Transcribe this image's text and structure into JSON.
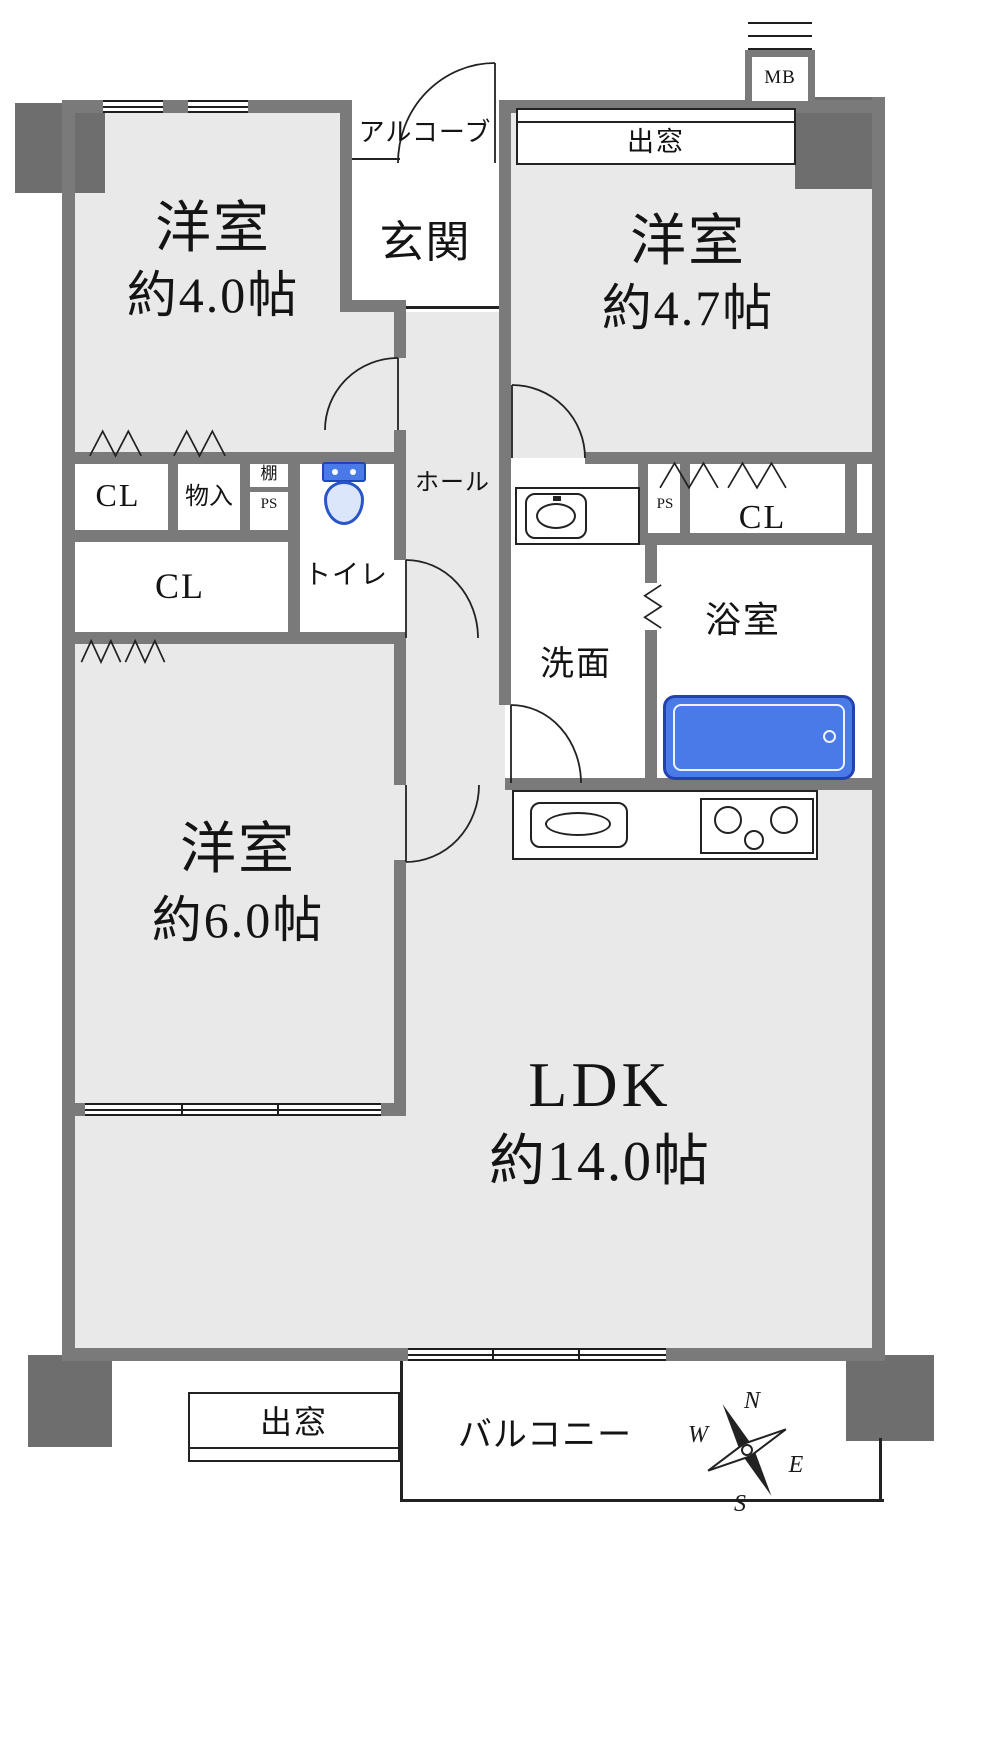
{
  "plan": {
    "rooms": {
      "bedroom_top_left": {
        "name": "洋室",
        "size": "約4.0帖"
      },
      "bedroom_top_right": {
        "name": "洋室",
        "size": "約4.7帖"
      },
      "bedroom_mid_left": {
        "name": "洋室",
        "size": "約6.0帖"
      },
      "ldk": {
        "name": "LDK",
        "size": "約14.0帖"
      },
      "entrance_hall": "玄関",
      "alcove": "アルコーブ",
      "hall": "ホール",
      "toilet": "トイレ",
      "washroom": "洗面",
      "bathroom": "浴室",
      "balcony": "バルコニー"
    },
    "storage": {
      "closet_a": "CL",
      "closet_b": "CL",
      "closet_c": "CL",
      "storage_box": "物入",
      "shelf": "棚",
      "pipe_space_a": "PS",
      "pipe_space_b": "PS"
    },
    "windows": {
      "bay_window_top": "出窓",
      "bay_window_bottom": "出窓"
    },
    "meter_box": "MB",
    "compass": {
      "north": "N",
      "east": "E",
      "south": "S",
      "west": "W"
    },
    "colors": {
      "wall": "#7a7a7a",
      "pillar": "#6e6e6e",
      "floor": "#e9e9e9",
      "fixture_stroke": "#2a55c8",
      "fixture_fill": "#4a79e8"
    }
  }
}
